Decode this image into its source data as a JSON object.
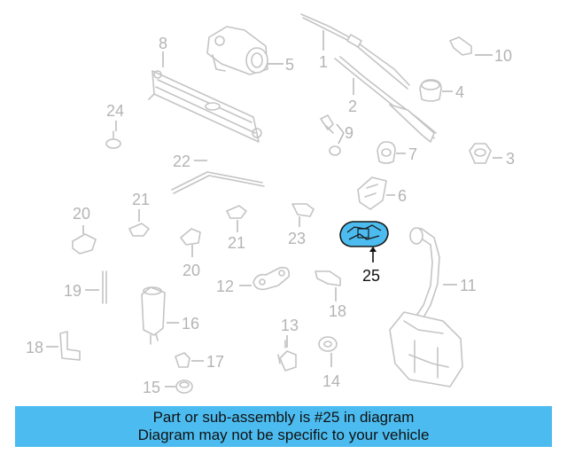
{
  "diagram": {
    "callouts": {
      "c1": "1",
      "c2": "2",
      "c3": "3",
      "c4": "4",
      "c5": "5",
      "c6": "6",
      "c7": "7",
      "c8": "8",
      "c9": "9",
      "c10": "10",
      "c11": "11",
      "c12": "12",
      "c13": "13",
      "c14": "14",
      "c15": "15",
      "c16": "16",
      "c17": "17",
      "c18a": "18",
      "c18b": "18",
      "c19": "19",
      "c20a": "20",
      "c20b": "20",
      "c21a": "21",
      "c21b": "21",
      "c22": "22",
      "c23": "23",
      "c24": "24",
      "c25": "25"
    },
    "highlighted_part": "25",
    "colors": {
      "highlight": "#4cbcf0",
      "part_line": "#c4c4c4",
      "label": "#b4b4b4",
      "banner": "#4cbcf0"
    }
  },
  "banner": {
    "line1": "Part or sub-assembly is #25 in diagram",
    "line2": "Diagram may not be specific to your vehicle"
  }
}
